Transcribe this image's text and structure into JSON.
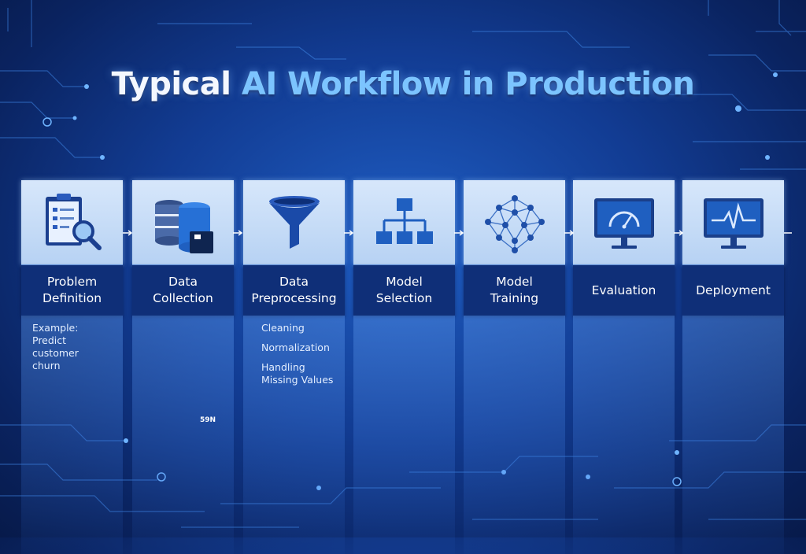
{
  "title": {
    "part1": "Typical ",
    "part2": "AI Workflow in Production"
  },
  "stages": [
    {
      "label": "Problem\nDefinition",
      "icon": "clipboard-search-icon",
      "note": "Example:\nPredict customer\nchurn",
      "bullets": []
    },
    {
      "label": "Data\nCollection",
      "icon": "database-icon",
      "badge": "59N",
      "bullets": []
    },
    {
      "label": "Data\nPreprocessing",
      "icon": "funnel-icon",
      "bullets": [
        "Cleaning",
        "Normalization",
        "Handling\nMissing Values"
      ]
    },
    {
      "label": "Model\nSelection",
      "icon": "hierarchy-icon",
      "bullets": []
    },
    {
      "label": "Model\nTraining",
      "icon": "neural-network-icon",
      "bullets": []
    },
    {
      "label": "Evaluation",
      "icon": "gauge-monitor-icon",
      "bullets": []
    },
    {
      "label": "Deployment",
      "icon": "heartbeat-monitor-icon",
      "bullets": []
    }
  ],
  "colors": {
    "background": "#123c93",
    "card_top": "#c9def7",
    "label_band": "#0f2f78",
    "accent": "#7cc4ff"
  }
}
